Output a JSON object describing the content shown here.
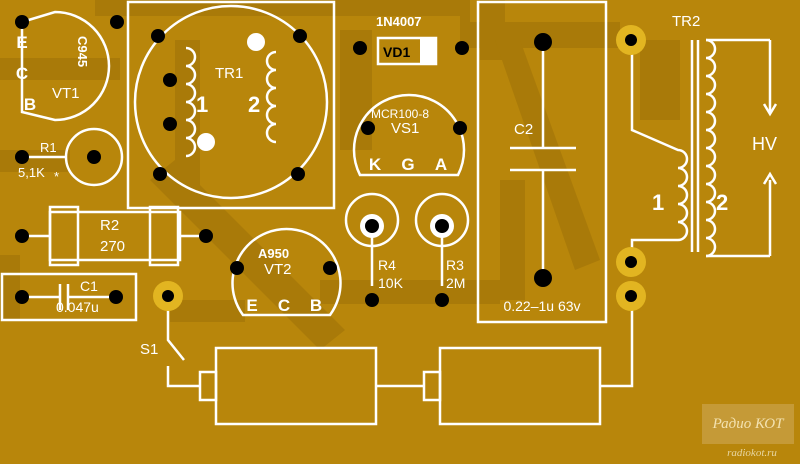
{
  "colors": {
    "board": "#b8860b",
    "trace": "#a97a09",
    "silkscreen": "#ffffff",
    "pad": "#e2b521",
    "hole": "#000000"
  },
  "components": {
    "vt1": {
      "part": "C945",
      "ref": "VT1",
      "pins": [
        "E",
        "C",
        "B"
      ]
    },
    "tr1": {
      "ref": "TR1",
      "winding1": "1",
      "winding2": "2"
    },
    "vd1": {
      "part": "1N4007",
      "ref": "VD1"
    },
    "vs1": {
      "part": "MCR100-8",
      "ref": "VS1",
      "pins": [
        "K",
        "G",
        "A"
      ]
    },
    "c2": {
      "ref": "C2",
      "value": "0.22–1u 63v"
    },
    "tr2": {
      "ref": "TR2",
      "winding1": "1",
      "winding2": "2",
      "output": "HV"
    },
    "r1": {
      "ref": "R1",
      "value": "5,1K",
      "mark": "*"
    },
    "r2": {
      "ref": "R2",
      "value": "270"
    },
    "c1": {
      "ref": "C1",
      "value": "0.047u"
    },
    "vt2": {
      "part": "A950",
      "ref": "VT2",
      "pins": [
        "E",
        "C",
        "B"
      ]
    },
    "r4": {
      "ref": "R4",
      "value": "10K"
    },
    "r3": {
      "ref": "R3",
      "value": "2M"
    },
    "s1": {
      "ref": "S1"
    }
  },
  "watermark": {
    "title": "Радио КОТ",
    "site": "radiokot.ru"
  }
}
